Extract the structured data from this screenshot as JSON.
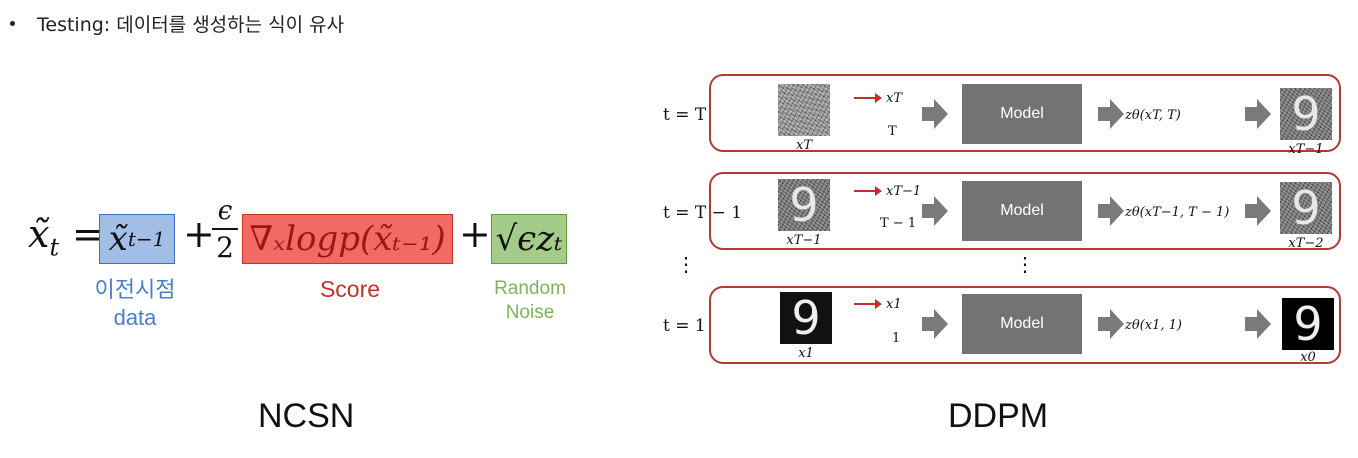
{
  "header": {
    "bullet_text": "Testing: 데이터를 생성하는 식이 유사"
  },
  "ncsn": {
    "lhs": "x̃",
    "lhs_sub": "t",
    "equals": "=",
    "term_prev": "x̃",
    "term_prev_sub": "t−1",
    "plus": "+",
    "frac_num": "ϵ",
    "frac_den": "2",
    "score_term": "∇ₓlogp(x̃ₜ₋₁)",
    "noise_term": "√ϵzₜ",
    "label_prev_line1": "이전시점",
    "label_prev_line2": "data",
    "label_score": "Score",
    "label_noise_line1": "Random",
    "label_noise_line2": "Noise",
    "title": "NCSN",
    "colors": {
      "prev": "#a2bde6",
      "score": "#f26a66",
      "noise": "#a3cc8a"
    }
  },
  "ddpm": {
    "title": "DDPM",
    "model_label": "Model",
    "rows": [
      {
        "t_label": "t = T",
        "in_image_label": "xT",
        "in_x": "xT",
        "in_t": "T",
        "z_label": "zθ(xT, T)",
        "out_image_label": "xT−1",
        "out_digit": "9"
      },
      {
        "t_label": "t = T − 1",
        "in_image_label": "xT−1",
        "in_x": "xT−1",
        "in_t": "T − 1",
        "z_label": "zθ(xT−1, T − 1)",
        "out_image_label": "xT−2",
        "out_digit": "9",
        "in_digit": "9"
      },
      {
        "t_label": "t = 1",
        "in_image_label": "x1",
        "in_x": "x1",
        "in_t": "1",
        "z_label": "zθ(x1, 1)",
        "out_image_label": "x0",
        "out_digit": "9",
        "in_digit": "9"
      }
    ],
    "ellipsis": "⋮"
  }
}
